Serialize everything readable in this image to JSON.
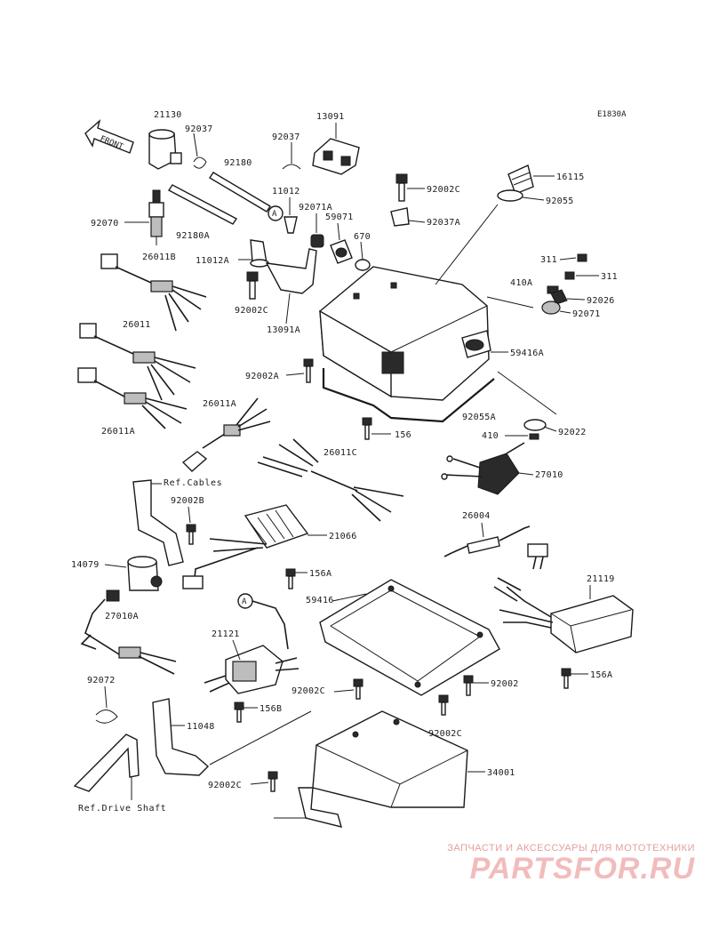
{
  "diagram_code": "E1830A",
  "front_label": "FRONT",
  "labels": {
    "p21130": "21130",
    "p92037a": "92037",
    "p13091": "13091",
    "p92037b": "92037",
    "p92180": "92180",
    "p11012": "11012",
    "p92071A": "92071A",
    "p59071": "59071",
    "p670": "670",
    "p92070": "92070",
    "p92180A": "92180A",
    "p26011B": "26011B",
    "p11012A": "11012A",
    "p92002C_a": "92002C",
    "p13091A": "13091A",
    "p26011": "26011",
    "p26011A_a": "26011A",
    "p26011A_b": "26011A",
    "p92002A": "92002A",
    "p156": "156",
    "p26011C": "26011C",
    "p92002C_top": "92002C",
    "p92037A": "92037A",
    "p16115": "16115",
    "p92055": "92055",
    "p311a": "311",
    "p311b": "311",
    "p410A": "410A",
    "p92026": "92026",
    "p92071": "92071",
    "p59416A": "59416A",
    "p92055A": "92055A",
    "p410": "410",
    "p92022": "92022",
    "p27010": "27010",
    "p92002B": "92002B",
    "p21066": "21066",
    "p156A_a": "156A",
    "p14079": "14079",
    "p27010A": "27010A",
    "p21121": "21121",
    "p156B": "156B",
    "p92072": "92072",
    "p11048": "11048",
    "p92002C_b": "92002C",
    "p92002C_c": "92002C",
    "p92002C_d": "92002C",
    "p34001": "34001",
    "p26004": "26004",
    "p59416": "59416",
    "p21119": "21119",
    "p156A_b": "156A",
    "p92002": "92002"
  },
  "refs": {
    "ref_cables": "Ref.Cables",
    "ref_drive_shaft": "Ref.Drive Shaft",
    "connector_a": "A"
  },
  "watermark": {
    "caption": "ЗАПЧАСТИ И АКСЕССУАРЫ ДЛЯ МОТОТЕХНИКИ",
    "brand": "PARTSFOR.RU"
  }
}
